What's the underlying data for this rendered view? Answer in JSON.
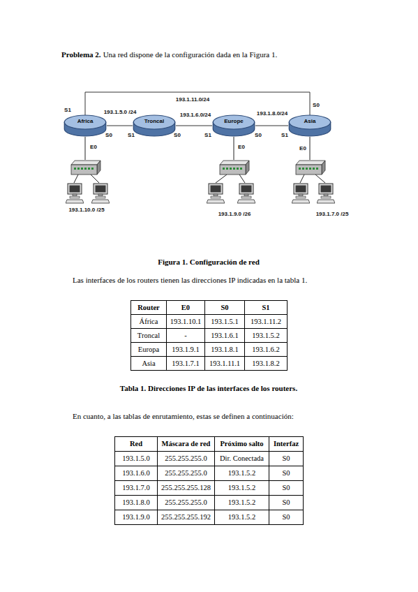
{
  "diagram": {
    "caption": "Figura 1. Configuración de red",
    "nodes": [
      {
        "text": [
          "Africa"
        ]
      },
      {
        "text": [
          "Troncal"
        ]
      },
      {
        "text": [
          "Europe"
        ]
      },
      {
        "text": [
          "Asia"
        ]
      }
    ],
    "edges": [
      {
        "from": 0,
        "to": 1,
        "arrow": "none",
        "label": "193.1.5.0 /24"
      },
      {
        "from": 1,
        "to": 2,
        "arrow": "none",
        "label": "193.1.6.0/24"
      },
      {
        "from": 2,
        "to": 3,
        "arrow": "none",
        "label": "193.1.8.0/24"
      },
      {
        "from": 0,
        "to": 3,
        "arrow": "none",
        "label": "193.1.11.0/24"
      }
    ],
    "labels": [
      "Problema 2.",
      "Una red dispone de la configuración dada en la Figura 1.",
      "S1",
      "S0",
      "E0",
      "S1",
      "S0",
      "S1",
      "S0",
      "E0",
      "S1",
      "S0",
      "E0",
      "193.1.10.0 /25",
      "193.1.9.0 /26",
      "193.1.7.0 /25",
      "Las interfaces de los routers tienen las direcciones IP indicadas en la tabla 1.",
      "Router",
      "E0",
      "S0",
      "S1",
      "África",
      "193.1.10.1",
      "193.1.5.1",
      "193.1.11.2",
      "Troncal",
      "-",
      "193.1.6.1",
      "193.1.5.2",
      "Europa",
      "193.1.9.1",
      "193.1.8.1",
      "193.1.6.2",
      "Asia",
      "193.1.7.1",
      "193.1.11.1",
      "193.1.8.2",
      "Tabla 1. Direcciones IP de las interfaces de los routers.",
      "En cuanto, a las tablas de enrutamiento, estas se definen a continuación:",
      "Red",
      "Máscara de red",
      "Próximo salto",
      "Interfaz",
      "193.1.5.0",
      "255.255.255.0",
      "Dir. Conectada",
      "S0",
      "193.1.6.0",
      "255.255.255.0",
      "193.1.5.2",
      "S0",
      "193.1.7.0",
      "255.255.255.128",
      "193.1.5.2",
      "S0",
      "193.1.8.0",
      "255.255.255.0",
      "193.1.5.2",
      "S0",
      "193.1.9.0",
      "255.255.255.192",
      "193.1.5.2",
      "S0"
    ]
  }
}
